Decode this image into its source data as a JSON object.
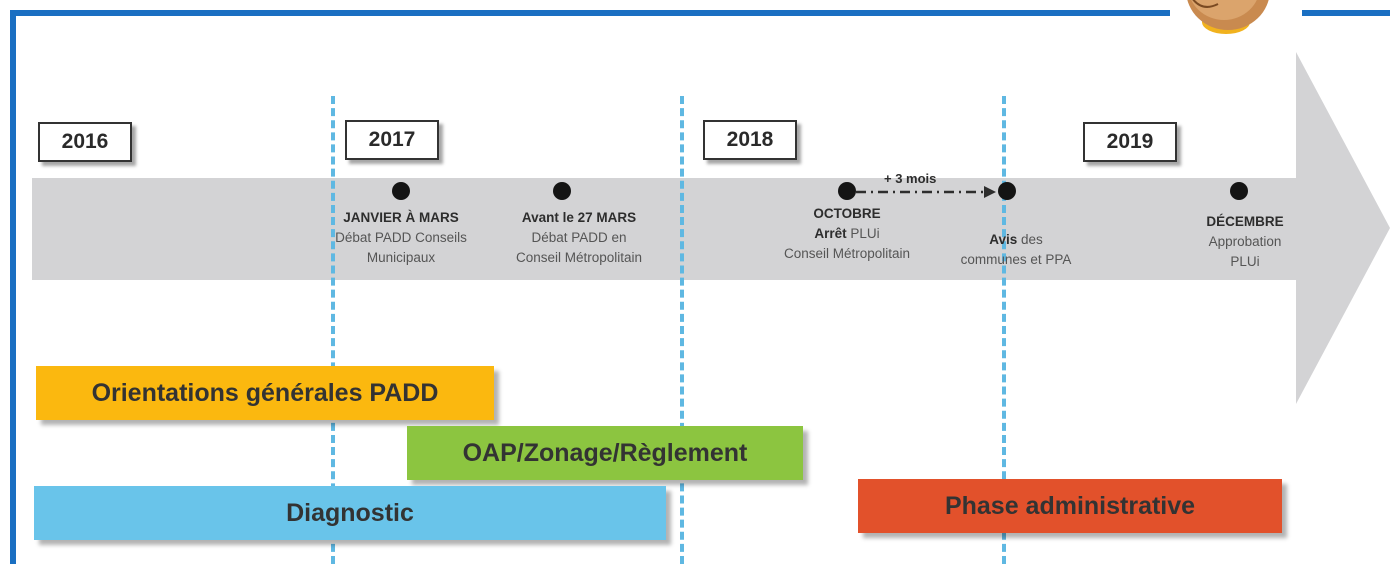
{
  "colors": {
    "frame": "#1a6fc2",
    "arrow": "#d3d3d5",
    "divider": "#5fb8e2",
    "orientations": "#fbb80f",
    "oap": "#8cc540",
    "diagnostic": "#69c4ea",
    "administrative": "#e2512b"
  },
  "years": [
    "2016",
    "2017",
    "2018",
    "2019"
  ],
  "events": [
    {
      "title": "JANVIER À MARS",
      "line1": "Débat PADD Conseils",
      "line2": "Municipaux"
    },
    {
      "title": "Avant le 27 MARS",
      "line1": "Débat PADD en",
      "line2": "Conseil Métropolitain"
    },
    {
      "title": "OCTOBRE",
      "line1_bold": "Arrêt",
      "line1_rest": " PLUi",
      "line2": "Conseil Métropolitain"
    },
    {
      "line1_bold": "Avis",
      "line1_rest": " des",
      "line2": "communes et PPA"
    },
    {
      "title": "DÉCEMBRE",
      "line1": "Approbation",
      "line2": "PLUi"
    }
  ],
  "delay_label": "+ 3 mois",
  "phases": {
    "orientations": "Orientations générales PADD",
    "oap": "OAP/Zonage/Règlement",
    "diagnostic": "Diagnostic",
    "administrative": "Phase administrative"
  }
}
